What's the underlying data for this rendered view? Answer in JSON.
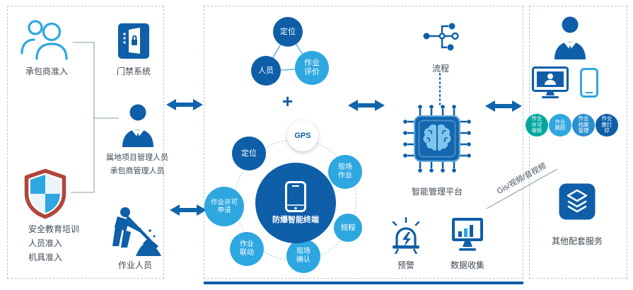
{
  "colors": {
    "primary_blue": "#0e5ea8",
    "light_blue": "#2ea7e0",
    "teal": "#00a79d",
    "shield_red": "#b2453b",
    "label_text": "#3f4a54"
  },
  "left_panel": {
    "contractor_label": "承包商准入",
    "door_label": "门禁系统",
    "manager_line1": "属地项目管理人员",
    "manager_line2": "承包商管理人员",
    "shield_line1": "安全教育培训",
    "shield_line2": "人员准入",
    "shield_line3": "机具准入",
    "worker_label": "作业人员"
  },
  "top_cluster": {
    "node_positioning": "定位",
    "node_personnel": "人员",
    "node_evaluation": "作业评价",
    "plus_sign": "+"
  },
  "terminal_cluster": {
    "center_label": "防爆智能终端",
    "sat_gps": "GPS",
    "sat_positioning": "定位",
    "sat_permit": "作业许可申请",
    "sat_linkage": "作业联动",
    "sat_confirm": "现场确认",
    "sat_rules": "规程",
    "sat_sitework": "现场作业"
  },
  "platform": {
    "flow_label": "流程",
    "platform_label": "智能管理平台",
    "alarm_label": "预警",
    "data_label": "数据收集"
  },
  "right_panel": {
    "circle_approve": "作业许可审批",
    "circle_track": "作业跟踪",
    "circle_archive": "作业档案管理",
    "circle_print": "作业票打印",
    "gis_label": "Gis/视频/音视频",
    "services_label": "其他配套服务"
  }
}
